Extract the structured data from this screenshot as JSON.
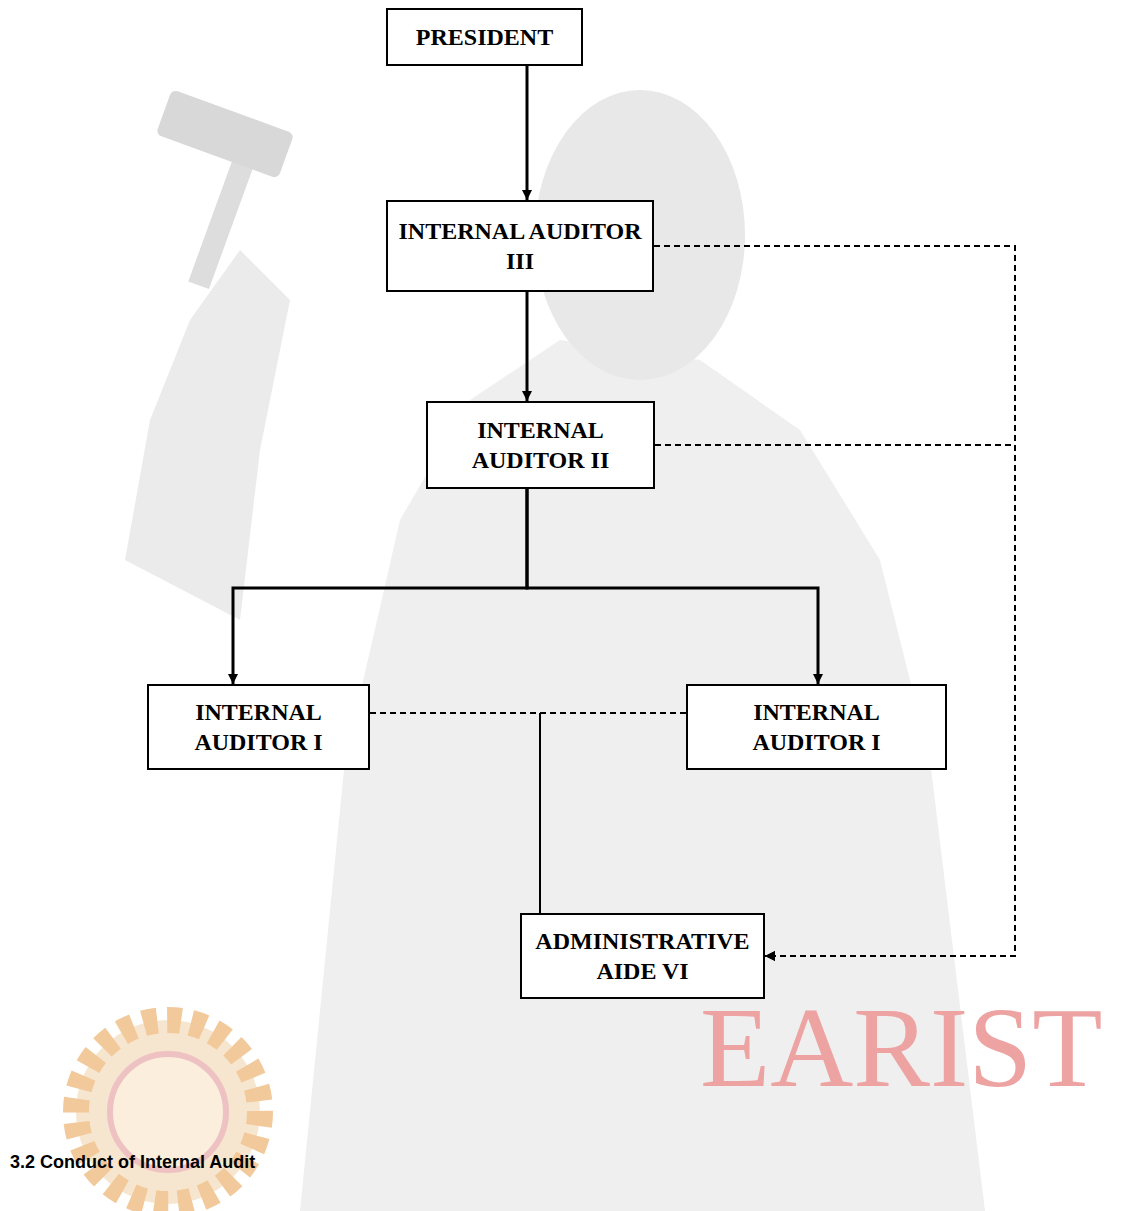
{
  "diagram": {
    "nodes": [
      {
        "text": [
          "PRESIDENT"
        ]
      },
      {
        "text": [
          "INTERNAL AUDITOR III"
        ]
      },
      {
        "text": [
          "INTERNAL AUDITOR II"
        ]
      },
      {
        "text": [
          "INTERNAL AUDITOR I"
        ]
      },
      {
        "text": [
          "INTERNAL AUDITOR I"
        ]
      },
      {
        "text": [
          "ADMINISTRATIVE AIDE VI"
        ]
      }
    ],
    "edges": [
      {
        "from": 0,
        "to": 1,
        "arrow": "to"
      },
      {
        "from": 1,
        "to": 2,
        "arrow": "to"
      },
      {
        "from": 2,
        "to": 3,
        "arrow": "to"
      },
      {
        "from": 2,
        "to": 4,
        "arrow": "to"
      },
      {
        "from": 1,
        "to": 5,
        "arrow": "to"
      },
      {
        "from": 2,
        "to": 5,
        "arrow": "to"
      },
      {
        "from": 3,
        "to": 4,
        "arrow": "none"
      },
      {
        "from": 3,
        "to": 5,
        "arrow": "none"
      },
      {
        "from": 4,
        "to": 5,
        "arrow": "none"
      }
    ],
    "labels": [
      "3.2 Conduct of Internal Audit",
      "EARIST"
    ]
  }
}
